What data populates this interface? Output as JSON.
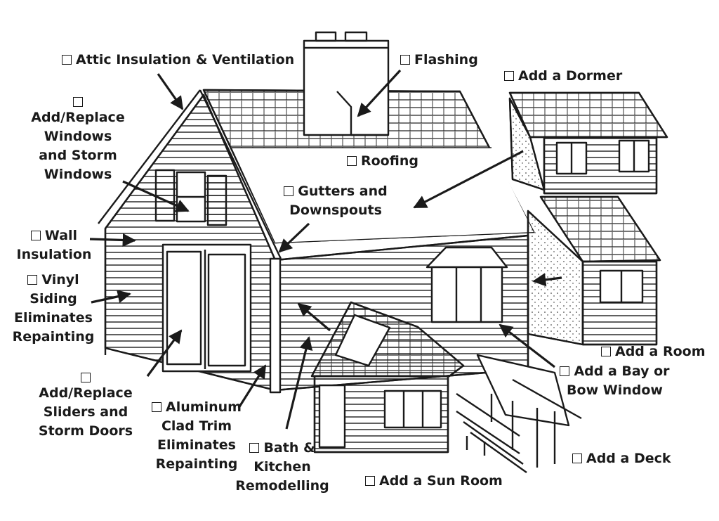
{
  "labels": {
    "attic": {
      "lines": [
        "Attic Insulation & Ventilation"
      ]
    },
    "flashing": {
      "lines": [
        "Flashing"
      ]
    },
    "dormer": {
      "lines": [
        "Add a Dormer"
      ]
    },
    "windows": {
      "lines": [
        "Add/Replace",
        "Windows",
        "and Storm",
        "Windows"
      ]
    },
    "roofing": {
      "lines": [
        "Roofing"
      ]
    },
    "gutters": {
      "lines": [
        "Gutters and",
        "Downspouts"
      ]
    },
    "wall": {
      "lines": [
        "Wall",
        "Insulation"
      ]
    },
    "vinyl": {
      "lines": [
        "Vinyl",
        "Siding",
        "Eliminates",
        "Repainting"
      ]
    },
    "room": {
      "lines": [
        "Add a Room"
      ]
    },
    "bay": {
      "lines": [
        "Add a Bay or",
        "Bow Window"
      ]
    },
    "sliders": {
      "lines": [
        "Add/Replace",
        "Sliders and",
        "Storm Doors"
      ]
    },
    "trim": {
      "lines": [
        "Aluminum",
        "Clad Trim",
        "Eliminates",
        "Repainting"
      ]
    },
    "bath": {
      "lines": [
        "Bath &",
        "Kitchen",
        "Remodelling"
      ]
    },
    "deck": {
      "lines": [
        "Add a Deck"
      ]
    },
    "sunroom": {
      "lines": [
        "Add a Sun Room"
      ]
    }
  },
  "colors": {
    "ink": "#1a1a1a",
    "paper": "#ffffff"
  }
}
